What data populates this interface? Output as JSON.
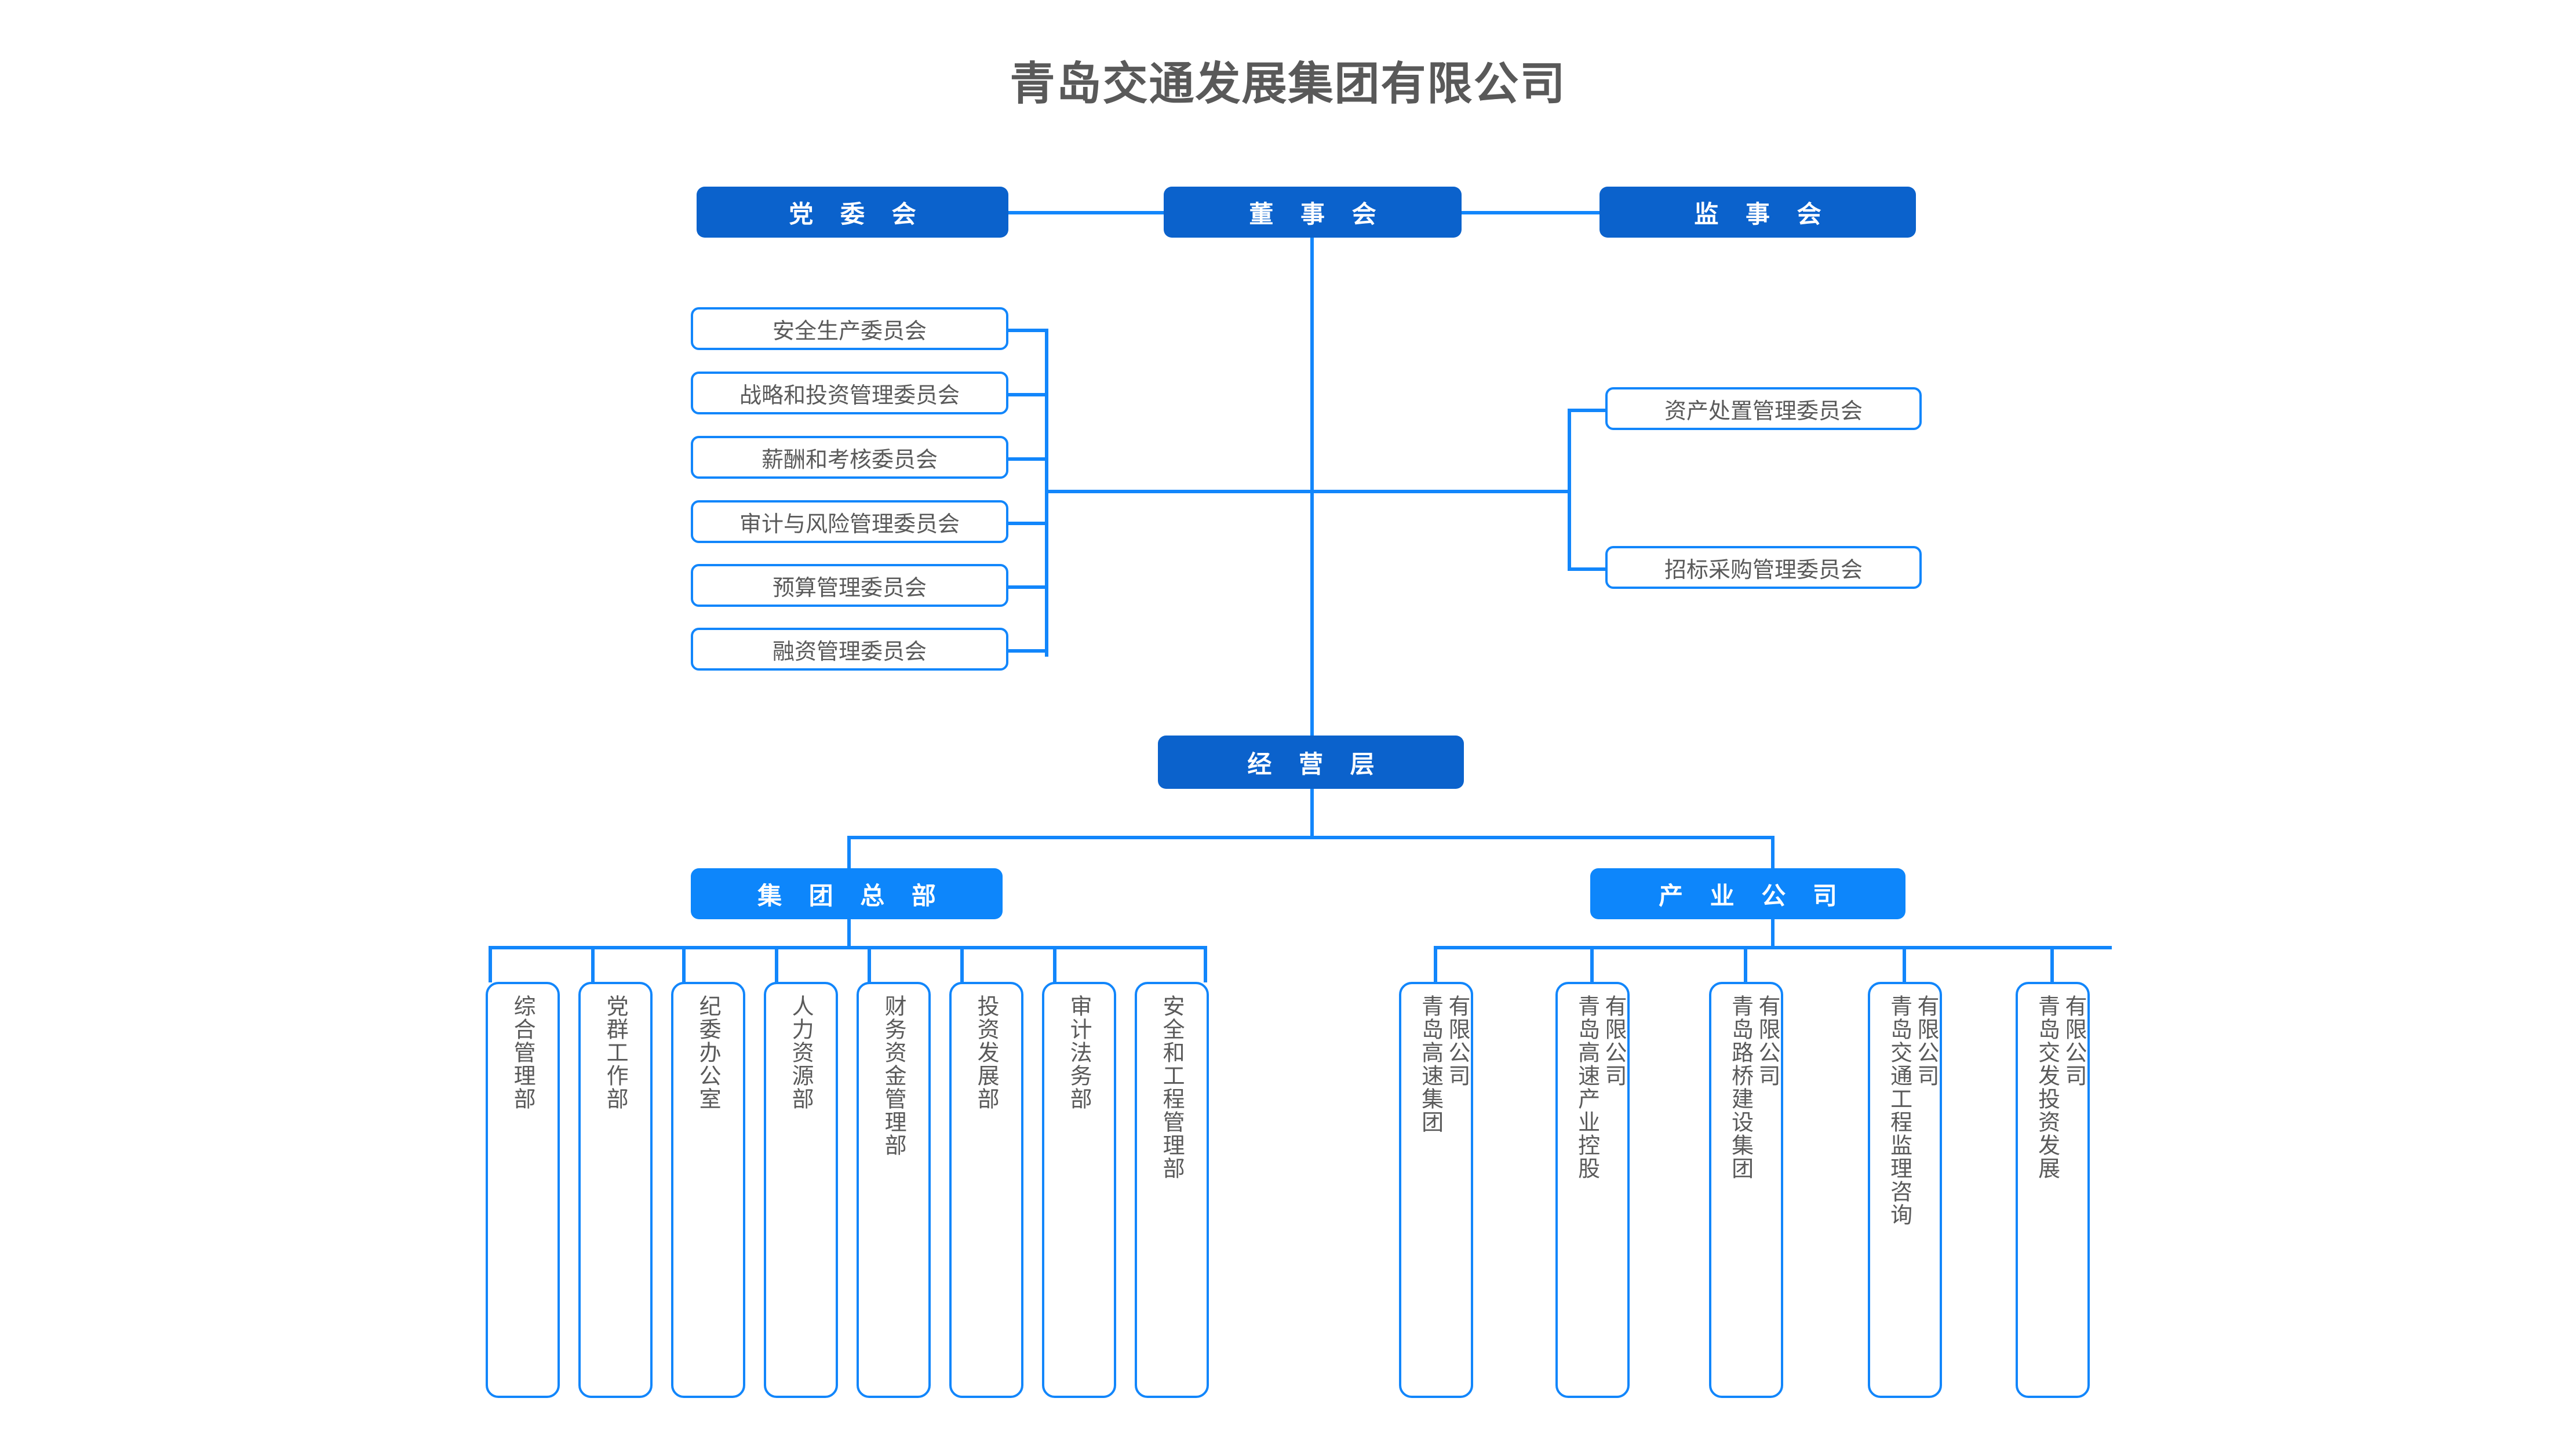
{
  "title": "青岛交通发展集团有限公司",
  "colors": {
    "line": "#1286fb",
    "node_dark": "#0b62cc",
    "node_bright": "#0d86fb",
    "outline": "#1286fb",
    "text_dark": "#595959",
    "text_body": "#5a5a5a",
    "background": "#ffffff"
  },
  "governance": {
    "party_committee": "党 委 会",
    "board_of_directors": "董 事 会",
    "board_of_supervisors": "监 事 会"
  },
  "left_committees": [
    {
      "label": "安全生产委员会"
    },
    {
      "label": "战略和投资管理委员会"
    },
    {
      "label": "薪酬和考核委员会"
    },
    {
      "label": "审计与风险管理委员会"
    },
    {
      "label": "预算管理委员会"
    },
    {
      "label": "融资管理委员会"
    }
  ],
  "right_committees": [
    {
      "label": "资产处置管理委员会"
    },
    {
      "label": "招标采购管理委员会"
    }
  ],
  "management": {
    "label": "经 营 层"
  },
  "branches": {
    "headquarters": "集 团 总 部",
    "industry_companies": "产 业 公 司"
  },
  "departments": [
    {
      "col_main": "综合管理部",
      "col_suffix": ""
    },
    {
      "col_main": "党群工作部",
      "col_suffix": ""
    },
    {
      "col_main": "纪委办公室",
      "col_suffix": ""
    },
    {
      "col_main": "人力资源部",
      "col_suffix": ""
    },
    {
      "col_main": "财务资金管理部",
      "col_suffix": ""
    },
    {
      "col_main": "投资发展部",
      "col_suffix": ""
    },
    {
      "col_main": "审计法务部",
      "col_suffix": ""
    },
    {
      "col_main": "安全和工程管理部",
      "col_suffix": ""
    }
  ],
  "subsidiaries": [
    {
      "col_main": "青岛高速集团",
      "col_suffix": "有限公司"
    },
    {
      "col_main": "青岛高速产业控股",
      "col_suffix": "有限公司"
    },
    {
      "col_main": "青岛路桥建设集团",
      "col_suffix": "有限公司"
    },
    {
      "col_main": "青岛交通工程监理咨询",
      "col_suffix": "有限公司"
    },
    {
      "col_main": "青岛交发投资发展",
      "col_suffix": "有限公司"
    }
  ]
}
